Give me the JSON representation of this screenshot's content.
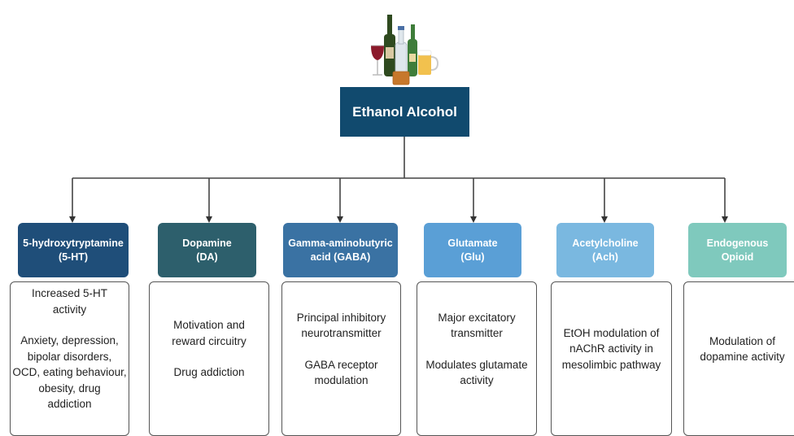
{
  "root": {
    "label": "Ethanol Alcohol",
    "color": "#114a6e"
  },
  "illustration": "alcoholic-drinks-icon",
  "categories": [
    {
      "name": "5-hydroxytryptamine\n(5-HT)",
      "color": "#1f4e79",
      "description": [
        "Increased 5-HT\nactivity",
        "Anxiety, depression,\nbipolar disorders,\nOCD, eating behaviour,\nobesity, drug\naddiction"
      ]
    },
    {
      "name": "Dopamine\n(DA)",
      "color": "#2d5f6c",
      "description": [
        "Motivation and\nreward circuitry",
        "Drug addiction"
      ]
    },
    {
      "name": "Gamma-aminobutyric\nacid (GABA)",
      "color": "#3a72a3",
      "description": [
        "Principal inhibitory\nneurotransmitter",
        "GABA receptor\nmodulation"
      ]
    },
    {
      "name": "Glutamate\n(Glu)",
      "color": "#5a9fd6",
      "description": [
        "Major excitatory\ntransmitter",
        "Modulates glutamate\nactivity"
      ]
    },
    {
      "name": "Acetylcholine\n(Ach)",
      "color": "#7ab8e0",
      "description": [
        "EtOH modulation of\nnAChR activity in\nmesolimbic pathway"
      ]
    },
    {
      "name": "Endogenous\nOpioid",
      "color": "#7fc9bd",
      "description": [
        "Modulation of\ndopamine activity"
      ]
    }
  ]
}
